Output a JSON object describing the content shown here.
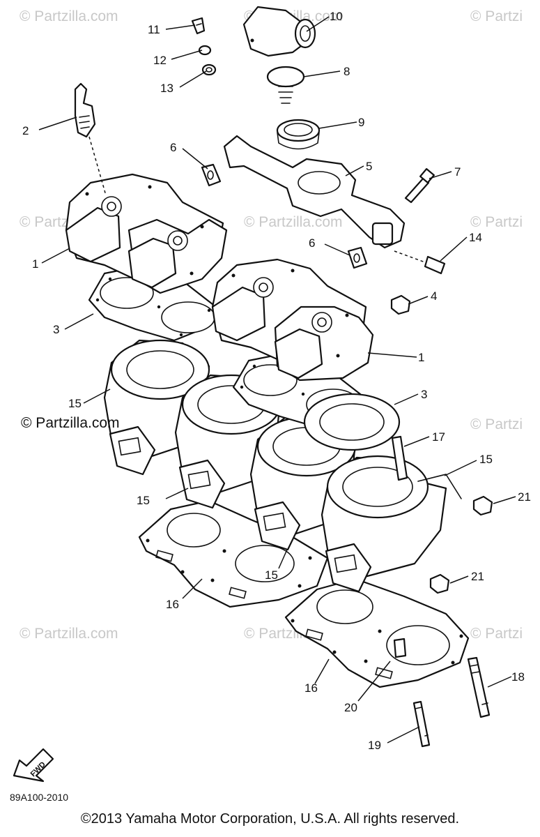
{
  "watermark": {
    "text": "© Partzilla.com",
    "cut_text": "© Partzi",
    "dark_text": "© Partzilla.com"
  },
  "callouts": [
    "1",
    "1",
    "2",
    "3",
    "3",
    "4",
    "5",
    "6",
    "6",
    "7",
    "8",
    "9",
    "10",
    "11",
    "12",
    "13",
    "14",
    "15",
    "15",
    "15",
    "15",
    "16",
    "16",
    "17",
    "18",
    "19",
    "20",
    "21",
    "21"
  ],
  "diagram_code": "89A100-2010",
  "fwd_label": "FWD",
  "copyright": "©2013 Yamaha Motor Corporation, U.S.A. All rights reserved."
}
